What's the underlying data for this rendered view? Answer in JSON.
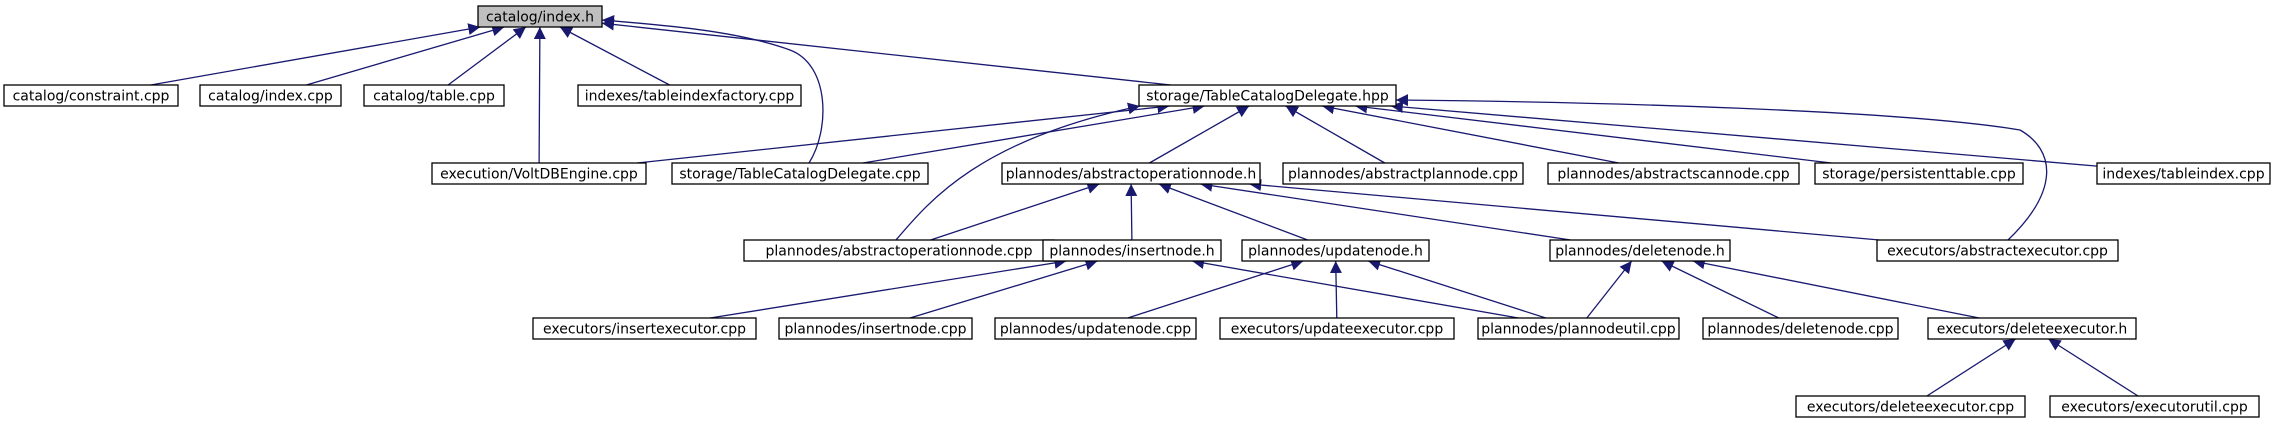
{
  "colors": {
    "edge": "#191970",
    "root_fill": "#bfbfbf",
    "node_fill": "#ffffff",
    "node_border": "#000000"
  },
  "nodes": {
    "index_h": "catalog/index.h",
    "constraint_cpp": "catalog/constraint.cpp",
    "index_cpp": "catalog/index.cpp",
    "table_cpp": "catalog/table.cpp",
    "tableindexfactory_cpp": "indexes/tableindexfactory.cpp",
    "tcd_hpp": "storage/TableCatalogDelegate.hpp",
    "voltdbengine_cpp": "execution/VoltDBEngine.cpp",
    "tcd_cpp": "storage/TableCatalogDelegate.cpp",
    "abstractoperationnode_h": "plannodes/abstractoperationnode.h",
    "abstractplannode_cpp": "plannodes/abstractplannode.cpp",
    "abstractscannode_cpp": "plannodes/abstractscannode.cpp",
    "persistenttable_cpp": "storage/persistenttable.cpp",
    "tableindex_cpp": "indexes/tableindex.cpp",
    "abstractoperationnode_cpp": "plannodes/abstractoperationnode.cpp",
    "insertnode_h": "plannodes/insertnode.h",
    "updatenode_h": "plannodes/updatenode.h",
    "deletenode_h": "plannodes/deletenode.h",
    "abstractexecutor_cpp": "executors/abstractexecutor.cpp",
    "insertexecutor_cpp": "executors/insertexecutor.cpp",
    "insertnode_cpp": "plannodes/insertnode.cpp",
    "updatenode_cpp": "plannodes/updatenode.cpp",
    "updateexecutor_cpp": "executors/updateexecutor.cpp",
    "plannodeutil_cpp": "plannodes/plannodeutil.cpp",
    "deletenode_cpp": "plannodes/deletenode.cpp",
    "deleteexecutor_h": "executors/deleteexecutor.h",
    "deleteexecutor_cpp": "executors/deleteexecutor.cpp",
    "executorutil_cpp": "executors/executorutil.cpp"
  },
  "edges": [
    [
      "constraint_cpp",
      "index_h"
    ],
    [
      "index_cpp",
      "index_h"
    ],
    [
      "table_cpp",
      "index_h"
    ],
    [
      "voltdbengine_cpp",
      "index_h"
    ],
    [
      "tableindexfactory_cpp",
      "index_h"
    ],
    [
      "tcd_cpp",
      "index_h"
    ],
    [
      "tcd_hpp",
      "index_h"
    ],
    [
      "voltdbengine_cpp",
      "tcd_hpp"
    ],
    [
      "tcd_cpp",
      "tcd_hpp"
    ],
    [
      "abstractoperationnode_cpp",
      "tcd_hpp"
    ],
    [
      "abstractoperationnode_h",
      "tcd_hpp"
    ],
    [
      "abstractplannode_cpp",
      "tcd_hpp"
    ],
    [
      "abstractscannode_cpp",
      "tcd_hpp"
    ],
    [
      "persistenttable_cpp",
      "tcd_hpp"
    ],
    [
      "tableindex_cpp",
      "tcd_hpp"
    ],
    [
      "abstractexecutor_cpp",
      "tcd_hpp"
    ],
    [
      "abstractoperationnode_cpp",
      "abstractoperationnode_h"
    ],
    [
      "insertnode_h",
      "abstractoperationnode_h"
    ],
    [
      "updatenode_h",
      "abstractoperationnode_h"
    ],
    [
      "deletenode_h",
      "abstractoperationnode_h"
    ],
    [
      "abstractexecutor_cpp",
      "abstractoperationnode_h"
    ],
    [
      "insertexecutor_cpp",
      "insertnode_h"
    ],
    [
      "insertnode_cpp",
      "insertnode_h"
    ],
    [
      "plannodeutil_cpp",
      "insertnode_h"
    ],
    [
      "updatenode_cpp",
      "updatenode_h"
    ],
    [
      "updateexecutor_cpp",
      "updatenode_h"
    ],
    [
      "plannodeutil_cpp",
      "updatenode_h"
    ],
    [
      "plannodeutil_cpp",
      "deletenode_h"
    ],
    [
      "deletenode_cpp",
      "deletenode_h"
    ],
    [
      "deleteexecutor_h",
      "deletenode_h"
    ],
    [
      "deleteexecutor_cpp",
      "deleteexecutor_h"
    ],
    [
      "executorutil_cpp",
      "deleteexecutor_h"
    ]
  ]
}
